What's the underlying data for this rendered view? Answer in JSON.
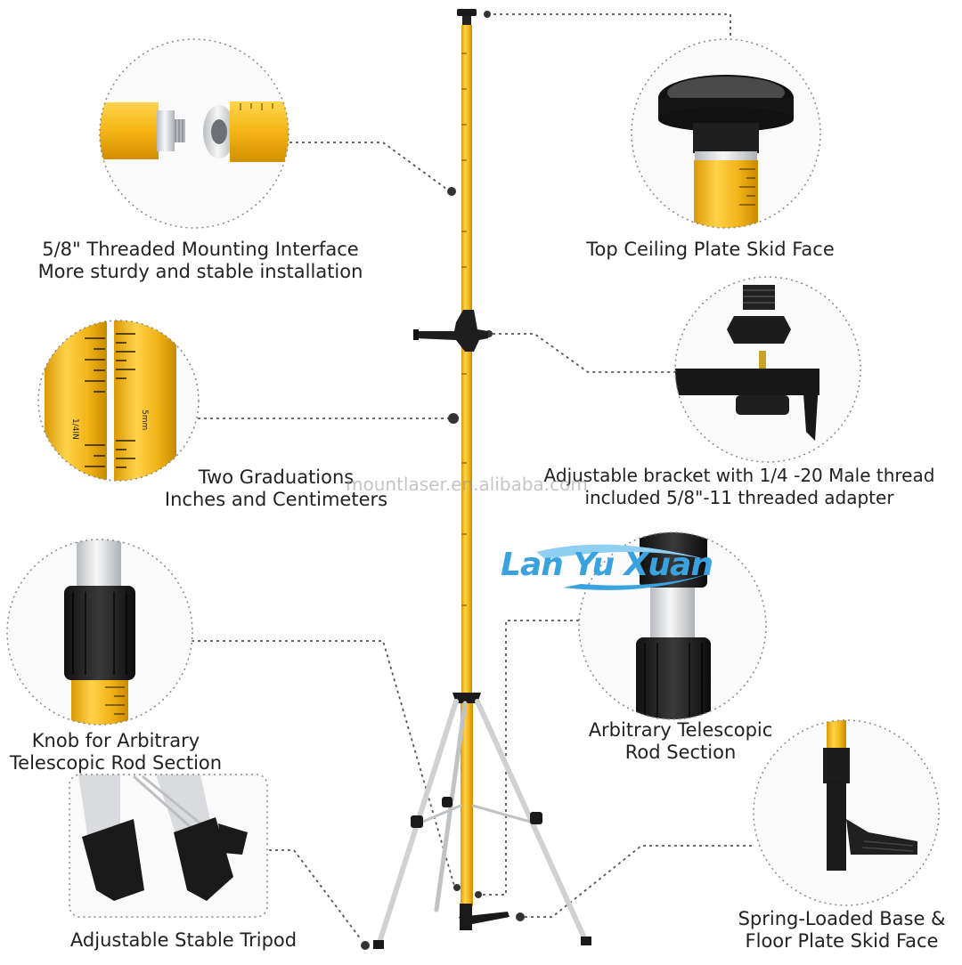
{
  "captions": {
    "thread_interface": [
      "5/8\" Threaded Mounting Interface",
      "More sturdy and stable installation"
    ],
    "ceiling_plate": [
      "Top Ceiling Plate Skid Face"
    ],
    "graduations": [
      "Two Graduations",
      "Inches and Centimeters"
    ],
    "bracket": [
      "Adjustable bracket with 1/4 -20 Male thread",
      "included 5/8\"-11 threaded adapter"
    ],
    "knob": [
      "Knob for Arbitrary",
      "Telescopic Rod Section"
    ],
    "telescopic": [
      "Arbitrary Telescopic",
      "Rod Section"
    ],
    "tripod": [
      "Adjustable Stable Tripod"
    ],
    "base": [
      "Spring-Loaded Base &",
      "Floor Plate Skid Face"
    ]
  },
  "scale_labels": {
    "inch": "1/4IN",
    "mm": "5mm"
  },
  "watermark": "mountlaser.en.alibaba.com",
  "brand_logo": "Lan Yu Xuan",
  "colors": {
    "rod_yellow": "#f2b316",
    "black": "#1a1a1a",
    "silver": "#d8dadc",
    "brand_blue": "#3aa3df"
  }
}
